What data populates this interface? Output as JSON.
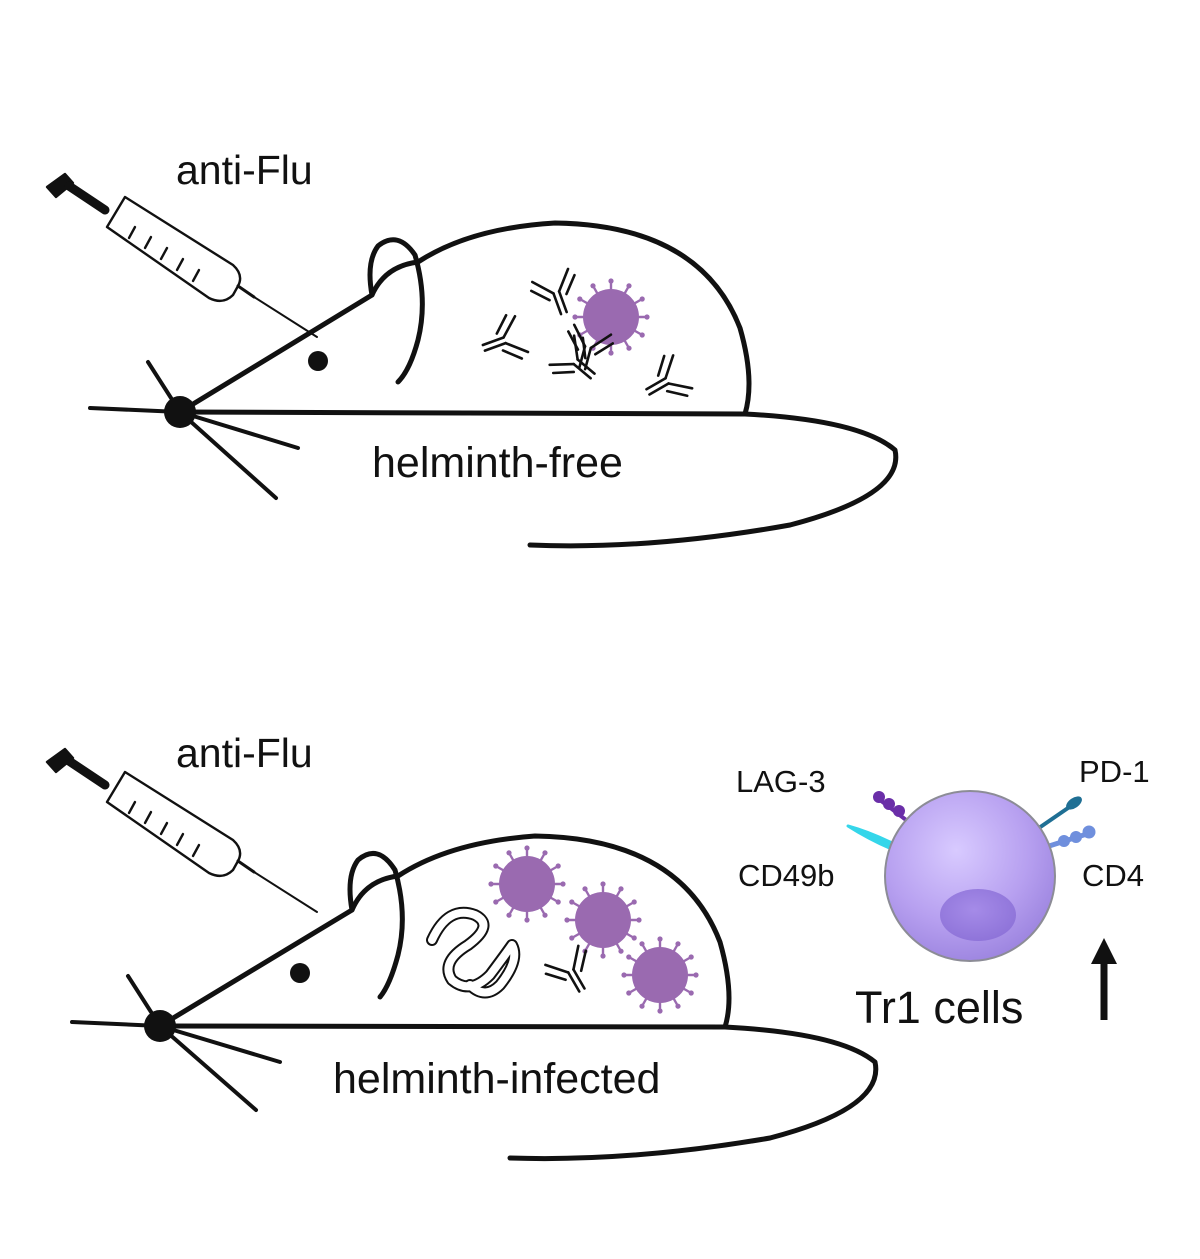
{
  "panels": {
    "top": {
      "injection_label": "anti-Flu",
      "mouse_label": "helminth-free",
      "virus_count": 1,
      "antibody_count": 5
    },
    "bottom": {
      "injection_label": "anti-Flu",
      "mouse_label": "helminth-infected",
      "virus_count": 3,
      "antibody_count": 1,
      "worm_count": 1
    }
  },
  "tr1_cell": {
    "title": "Tr1 cells",
    "trend": "increase",
    "markers": {
      "lag3": "LAG-3",
      "pd1": "PD-1",
      "cd49b": "CD49b",
      "cd4": "CD4"
    }
  },
  "colors": {
    "outline": "#111111",
    "virus": "#9a6ab0",
    "cell": "#b9a3f2",
    "lag3": "#6a2ea8",
    "pd1": "#1f6f94",
    "cd49b": "#35d6ea",
    "cd4": "#6f8fdd"
  }
}
